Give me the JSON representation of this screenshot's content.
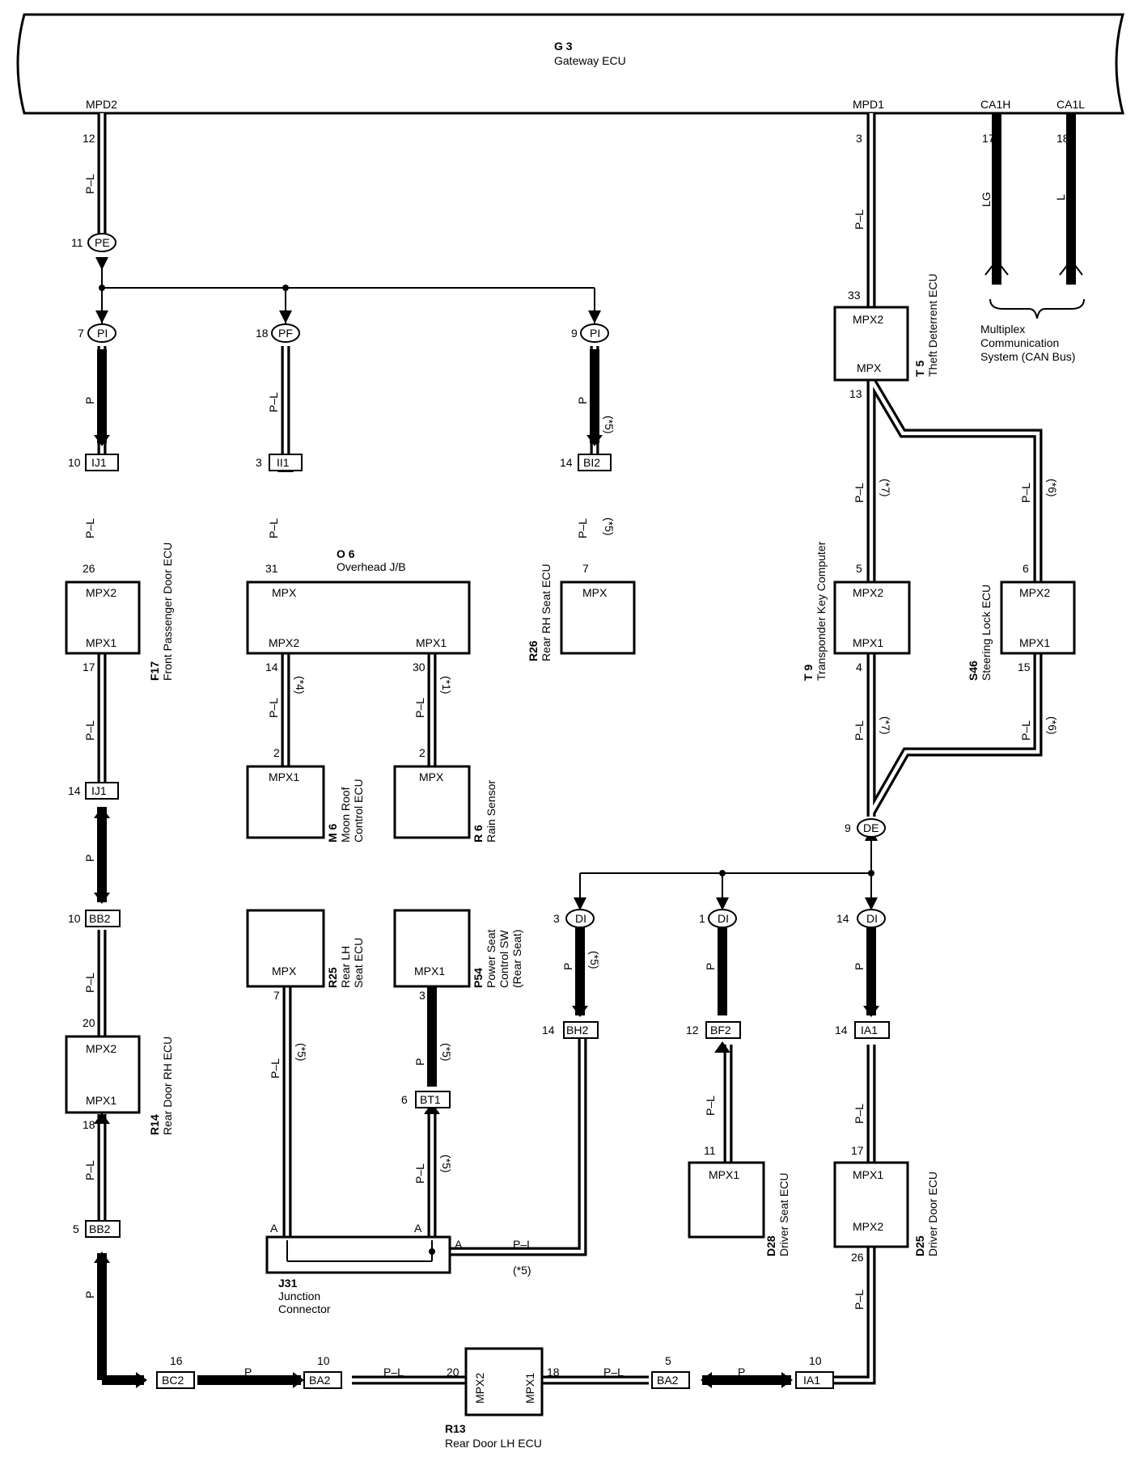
{
  "gateway": {
    "id": "G 3",
    "name": "Gateway ECU",
    "pin_mpd2": "MPD2",
    "pin_mpd1": "MPD1",
    "pin_ca1h": "CA1H",
    "pin_ca1l": "CA1L"
  },
  "can_bus": {
    "line1": "Multiplex",
    "line2": "Communication",
    "line3": "System (CAN Bus)"
  },
  "components": {
    "front_passenger_door": {
      "id": "F17",
      "name": "Front Passenger Door ECU",
      "pin_top": "MPX2",
      "pin_bottom": "MPX1"
    },
    "overhead_jb": {
      "id": "O 6",
      "name": "Overhead J/B",
      "pin_top": "MPX",
      "pin_left": "MPX2",
      "pin_right": "MPX1"
    },
    "rear_rh_seat": {
      "id": "R26",
      "name": "Rear RH Seat ECU",
      "pin": "MPX"
    },
    "theft_deterrent": {
      "id": "T 5",
      "name": "Theft Deterrent ECU",
      "pin_top": "MPX2",
      "pin_bottom": "MPX"
    },
    "moon_roof": {
      "id": "M 6",
      "name1": "Moon Roof",
      "name2": "Control ECU",
      "pin": "MPX1"
    },
    "rain_sensor": {
      "id": "R 6",
      "name": "Rain Sensor",
      "pin": "MPX"
    },
    "transponder": {
      "id": "T 9",
      "name": "Transponder Key Computer",
      "pin_top": "MPX2",
      "pin_bottom": "MPX1"
    },
    "steering_lock": {
      "id": "S46",
      "name": "Steering Lock ECU",
      "pin_top": "MPX2",
      "pin_bottom": "MPX1"
    },
    "rear_door_rh": {
      "id": "R14",
      "name": "Rear Door RH ECU",
      "pin_top": "MPX2",
      "pin_bottom": "MPX1"
    },
    "rear_lh_seat": {
      "id": "R25",
      "name1": "Rear LH",
      "name2": "Seat ECU",
      "pin": "MPX"
    },
    "power_seat": {
      "id": "P54",
      "name1": "Power Seat",
      "name2": "Control SW",
      "name3": "(Rear Seat)",
      "pin": "MPX1"
    },
    "driver_seat": {
      "id": "D28",
      "name": "Driver Seat ECU",
      "pin": "MPX1"
    },
    "driver_door": {
      "id": "D25",
      "name": "Driver Door ECU",
      "pin_top": "MPX1",
      "pin_bottom": "MPX2"
    },
    "junction": {
      "id": "J31",
      "name1": "Junction",
      "name2": "Connector",
      "pin": "A"
    },
    "rear_door_lh": {
      "id": "R13",
      "name": "Rear Door LH ECU",
      "pin_left": "MPX2",
      "pin_right": "MPX1"
    }
  },
  "connectors": {
    "pe": "PE",
    "pi": "PI",
    "pf": "PF",
    "de": "DE",
    "di": "DI",
    "ij1": "IJ1",
    "ii1": "II1",
    "bi2": "BI2",
    "bb2": "BB2",
    "bh2": "BH2",
    "bf2": "BF2",
    "ia1": "IA1",
    "bt1": "BT1",
    "bc2": "BC2",
    "ba2": "BA2"
  },
  "colors": {
    "p_l": "P–L",
    "p": "P",
    "lg": "LG",
    "l": "L"
  },
  "notes": {
    "n1": "(*1)",
    "n4": "(*4)",
    "n5": "(*5)",
    "n6": "(*6)",
    "n7": "(*7)"
  },
  "pins": {
    "p1": "1",
    "p2": "2",
    "p3": "3",
    "p4": "4",
    "p5": "5",
    "p6": "6",
    "p7": "7",
    "p9": "9",
    "p10": "10",
    "p11": "11",
    "p12": "12",
    "p13": "13",
    "p14": "14",
    "p15": "15",
    "p16": "16",
    "p17": "17",
    "p18": "18",
    "p20": "20",
    "p26": "26",
    "p30": "30",
    "p31": "31",
    "p33": "33"
  }
}
